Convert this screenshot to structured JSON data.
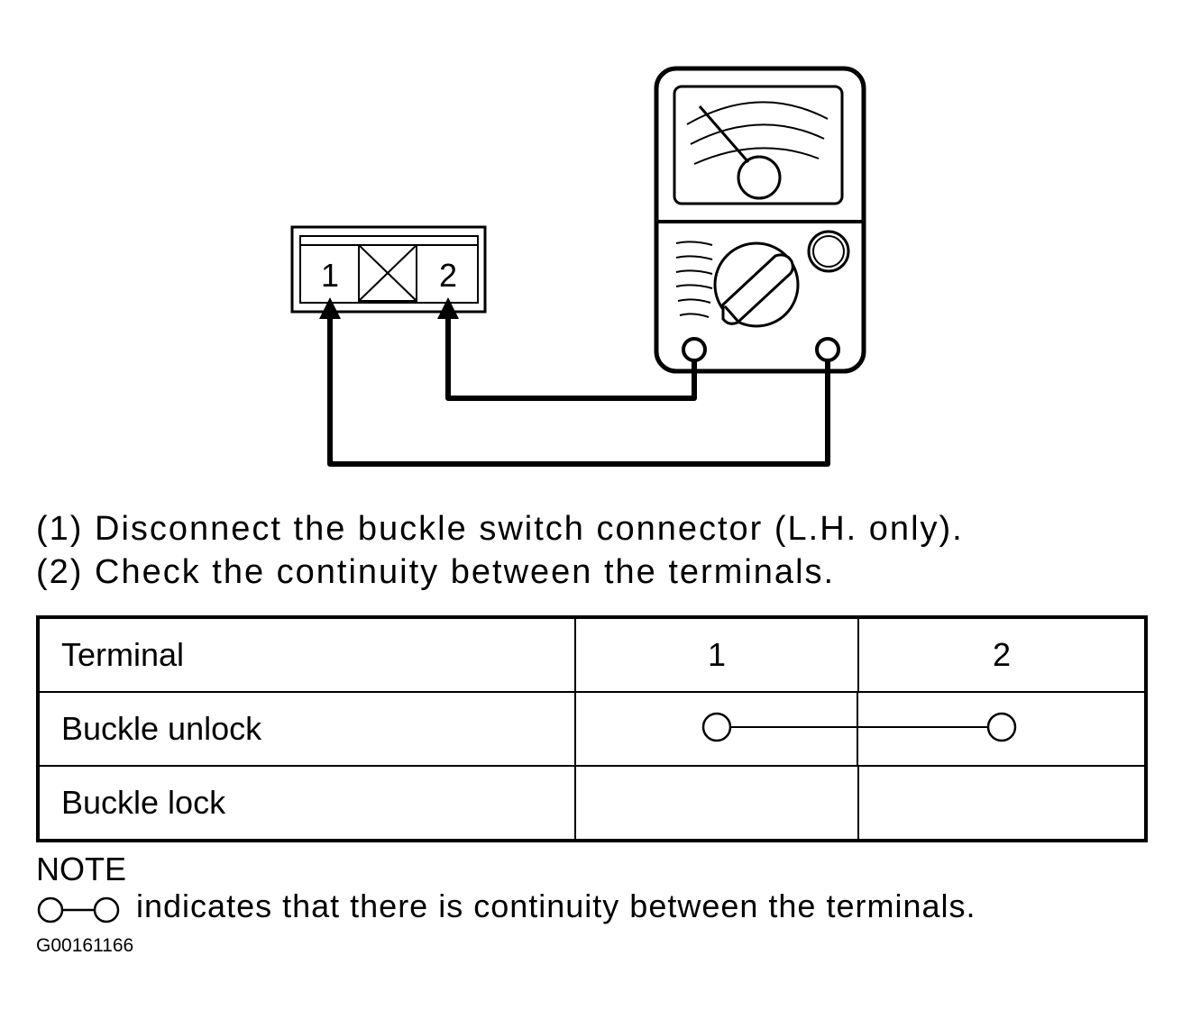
{
  "connector": {
    "terminal_1": "1",
    "terminal_2": "2"
  },
  "instructions": [
    "(1) Disconnect the buckle switch connector (L.H. only).",
    "(2) Check the continuity between the terminals."
  ],
  "table": {
    "header": [
      "Terminal",
      "1",
      "2"
    ],
    "rows": [
      {
        "label": "Buckle unlock",
        "continuity": [
          "1",
          "2"
        ]
      },
      {
        "label": "Buckle lock",
        "continuity": []
      }
    ]
  },
  "note": {
    "title": "NOTE",
    "text": "indicates that there is continuity between the terminals."
  },
  "figure_id": "G00161166"
}
